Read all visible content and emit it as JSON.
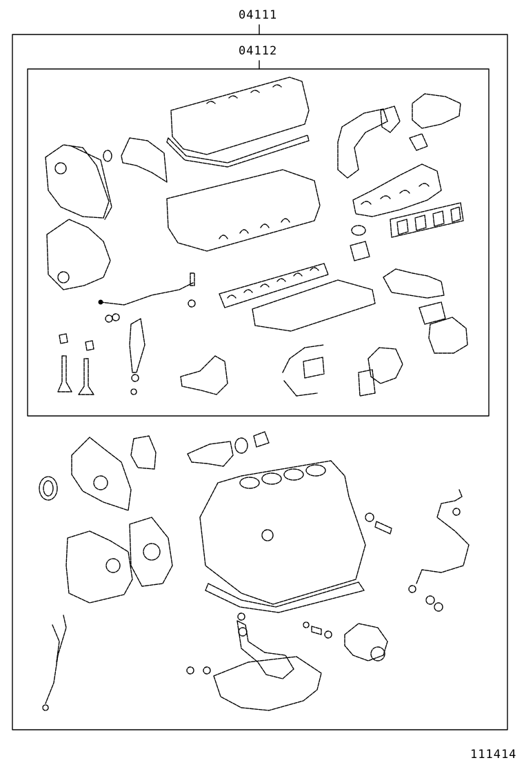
{
  "labels": {
    "outer_set": "04111",
    "inner_set": "04112",
    "figure_ref": "111414"
  }
}
